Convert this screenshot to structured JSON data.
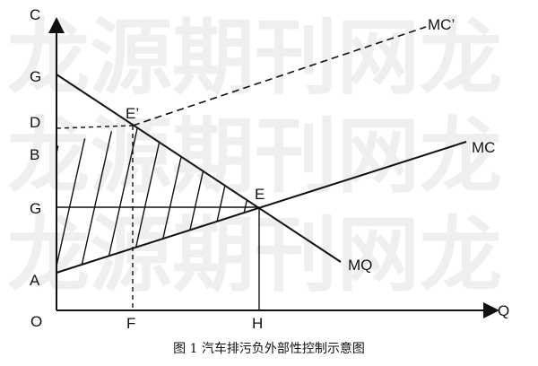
{
  "watermark": {
    "text": "龙源期刊网龙"
  },
  "axes": {
    "y_label": "C",
    "x_label": "Q",
    "origin_label": "O"
  },
  "y_ticks": [
    "G",
    "D",
    "B",
    "G",
    "A"
  ],
  "x_ticks": [
    "F",
    "H"
  ],
  "curves": {
    "mc_prime": "MC’",
    "mc": "MC",
    "mq": "MQ"
  },
  "points": {
    "e_prime": "E’",
    "e": "E"
  },
  "caption": "图 1  汽车排污负外部性控制示意图"
}
